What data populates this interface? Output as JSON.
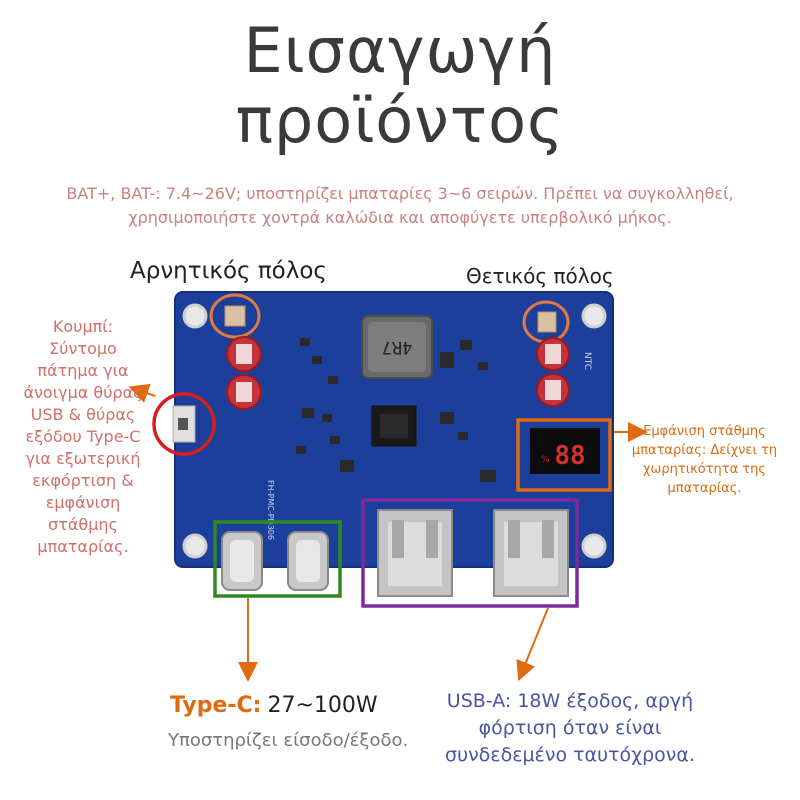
{
  "title": {
    "line1": "Εισαγωγή",
    "line2": "προϊόντος"
  },
  "note": "BAT+, BAT-: 7.4~26V; υποστηρίζει μπαταρίες 3~6 σειρών. Πρέπει να συγκολληθεί, χρησιμοποιήστε χοντρά καλώδια και αποφύγετε υπερβολικό μήκος.",
  "labels": {
    "negative": "Αρνητικός πόλος",
    "positive": "Θετικός πόλος",
    "button": "Κουμπί: Σύντομο πάτημα για άνοιγμα θύρας USB & θύρας εξόδου Type-C για εξωτερική εκφόρτιση & εμφάνιση στάθμης μπαταρίας.",
    "display": "Εμφάνιση στάθμης μπαταρίας: Δείχνει τη χωρητικότητα της μπαταρίας.",
    "typec_name": "Type-C:",
    "typec_power": "27~100W",
    "typec_desc": "Υποστηρίζει είσοδο/έξοδο.",
    "usba": "USB-A: 18W έξοδος, αργή φόρτιση όταν είναι συνδεδεμένο ταυτόχρονα."
  },
  "board": {
    "inductor_marking": "4R7",
    "display_readout": "88",
    "silk_text": "FH-PMC-PD306",
    "ntc_label": "NTC"
  },
  "colors": {
    "pcb": "#1d3f9c",
    "negative_ring": "#e07a40",
    "button_ring": "#d42020",
    "display_box": "#e06a10",
    "typec_box": "#2e8a1e",
    "usba_box": "#7a2a9c",
    "arrow": "#e06a10"
  }
}
